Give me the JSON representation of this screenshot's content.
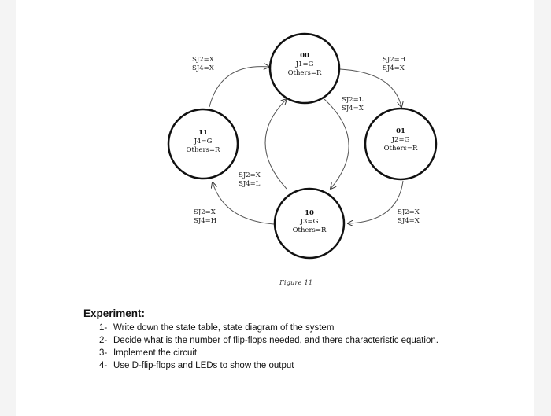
{
  "states": [
    {
      "id": "00",
      "output": "J1=G",
      "others": "Others=R"
    },
    {
      "id": "01",
      "output": "J2=G",
      "others": "Others=R"
    },
    {
      "id": "10",
      "output": "J3=G",
      "others": "Others=R"
    },
    {
      "id": "11",
      "output": "J4=G",
      "others": "Others=R"
    }
  ],
  "transitions": {
    "s11_to_s00": [
      "SJ2=X",
      "SJ4=X"
    ],
    "s00_to_s01": [
      "SJ2=H",
      "SJ4=X"
    ],
    "s00_to_s10": [
      "SJ2=L",
      "SJ4=X"
    ],
    "s10_to_s00": [
      "SJ2=X",
      "SJ4=L"
    ],
    "s01_to_s10": [
      "SJ2=X",
      "SJ4=X"
    ],
    "s10_to_s11": [
      "SJ2=X",
      "SJ4=H"
    ]
  },
  "figure_caption": "Figure 11",
  "experiment": {
    "title": "Experiment:",
    "steps": [
      {
        "num": "1-",
        "text": "Write down the state table, state diagram of the system"
      },
      {
        "num": "2-",
        "text": "Decide what is the number of flip-flops needed, and there characteristic equation."
      },
      {
        "num": "3-",
        "text": "Implement the circuit"
      },
      {
        "num": "4-",
        "text": "Use D-flip-flops and LEDs to show the output"
      }
    ]
  }
}
